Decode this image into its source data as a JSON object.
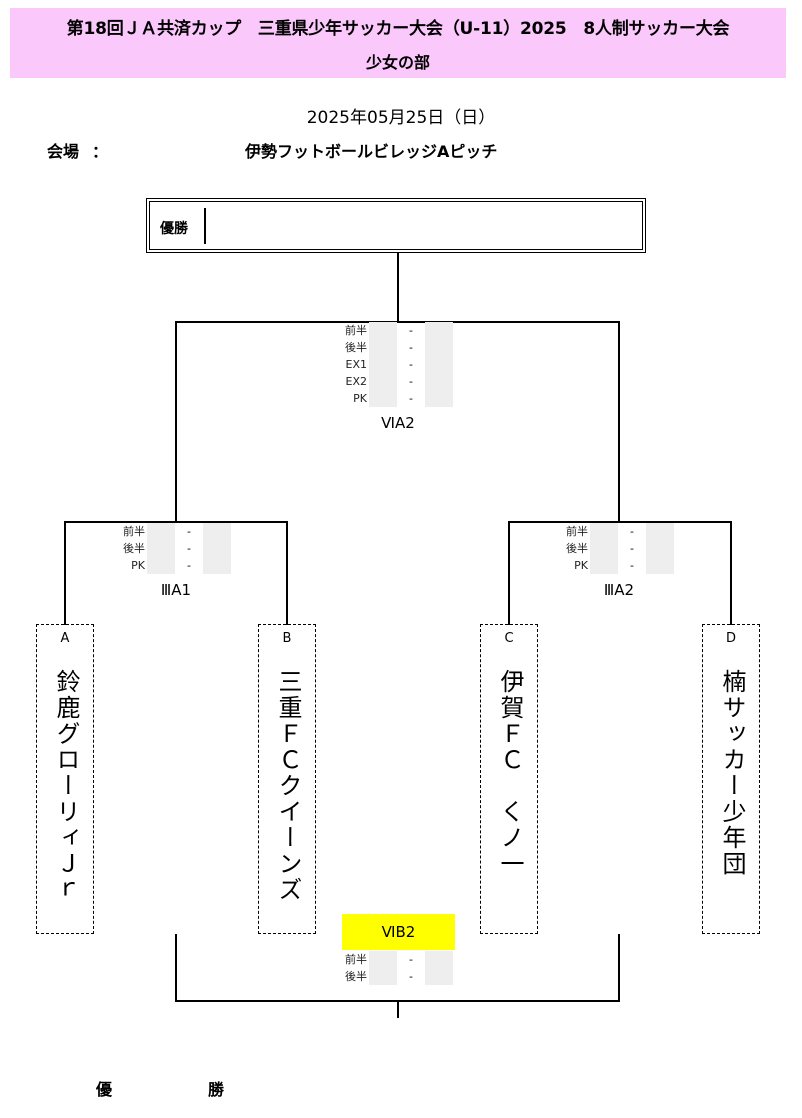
{
  "header": {
    "title": "第18回ＪＡ共済カップ　三重県少年サッカー大会（U-11）2025　8人制サッカー大会",
    "subtitle": "少女の部"
  },
  "info": {
    "date": "2025年05月25日（日）",
    "venue_label": "会場",
    "venue_colon": "：",
    "venue_name": "伊勢フットボールビレッジAピッチ"
  },
  "champion": {
    "label": "優勝",
    "value": ""
  },
  "matches": {
    "final": {
      "name": "ⅥA2",
      "rows": [
        {
          "label": "前半",
          "dash": "-"
        },
        {
          "label": "後半",
          "dash": "-"
        },
        {
          "label": "EX1",
          "dash": "-"
        },
        {
          "label": "EX2",
          "dash": "-"
        },
        {
          "label": "PK",
          "dash": "-"
        }
      ]
    },
    "semi_left": {
      "name": "ⅢA1",
      "rows": [
        {
          "label": "前半",
          "dash": "-"
        },
        {
          "label": "後半",
          "dash": "-"
        },
        {
          "label": "PK",
          "dash": "-"
        }
      ]
    },
    "semi_right": {
      "name": "ⅢA2",
      "rows": [
        {
          "label": "前半",
          "dash": "-"
        },
        {
          "label": "後半",
          "dash": "-"
        },
        {
          "label": "PK",
          "dash": "-"
        }
      ]
    },
    "third": {
      "name": "ⅥB2",
      "rows": [
        {
          "label": "前半",
          "dash": "-"
        },
        {
          "label": "後半",
          "dash": "-"
        }
      ]
    }
  },
  "teams": [
    {
      "letter": "A",
      "name": "鈴鹿グローリィＪｒ"
    },
    {
      "letter": "B",
      "name": "三重ＦＣクイーンズ"
    },
    {
      "letter": "C",
      "name": "伊賀ＦＣ　くノ一"
    },
    {
      "letter": "D",
      "name": "楠サッカー少年団"
    }
  ],
  "footer": {
    "left": "優",
    "right": "勝"
  },
  "colors": {
    "title_band": "#fbc8fb",
    "b2_highlight": "#ffff00",
    "score_cell": "#eeeeee"
  }
}
